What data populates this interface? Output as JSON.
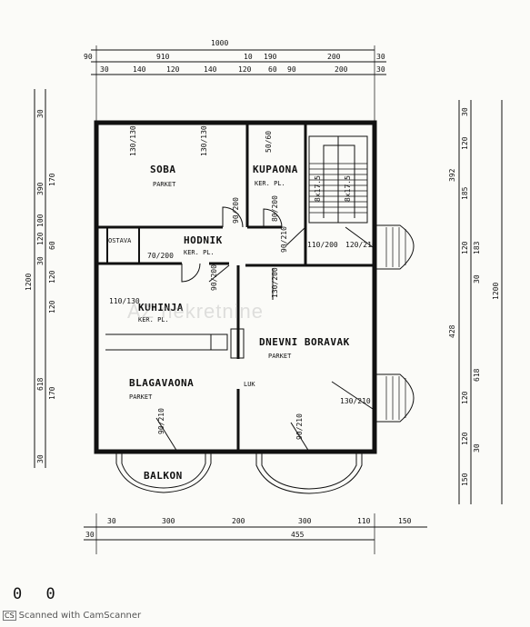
{
  "rooms": {
    "soba": {
      "name": "SOBA",
      "floor": "PARKET"
    },
    "kupaona": {
      "name": "KUPAONA",
      "floor": "KER. PL."
    },
    "hodnik": {
      "name": "HODNIK",
      "floor": "KER. PL."
    },
    "ostava": {
      "name": "OSTAVA"
    },
    "kuhinja": {
      "name": "KUHINJA",
      "floor": "KER. PL."
    },
    "blagavaona": {
      "name": "BLAGAVAONA",
      "floor": "PARKET"
    },
    "dnevni": {
      "name": "DNEVNI BORAVAK",
      "floor": "PARKET"
    },
    "balkon": {
      "name": "BALKON"
    },
    "luk": {
      "name": "LUK"
    }
  },
  "dims": {
    "top_total": "1000",
    "top_row1": [
      "90",
      "910",
      "10",
      "190",
      "200",
      "30"
    ],
    "top_row2": [
      "30",
      "140",
      "120",
      "140",
      "120",
      "60",
      "90",
      "200",
      "30"
    ],
    "bottom_row1": [
      "30",
      "300",
      "200",
      "300",
      "110",
      "150"
    ],
    "bottom_row2": [
      "30",
      "455"
    ],
    "left_total": "1200",
    "left_vals": [
      "30",
      "390",
      "170",
      "100",
      "120",
      "60",
      "30",
      "120",
      "120",
      "618",
      "170",
      "30"
    ],
    "right_total": "1200",
    "right_vals": [
      "30",
      "392",
      "120",
      "185",
      "120",
      "183",
      "30",
      "428",
      "618",
      "120",
      "120",
      "30",
      "150"
    ],
    "openings": [
      "130/130",
      "130/130",
      "50/60",
      "110/130",
      "80/200",
      "70/200",
      "90/200",
      "90/200",
      "110/200",
      "120/210",
      "130/210",
      "90/210",
      "90/210",
      "90/210",
      "130/200",
      "8x17.5",
      "8x17.5"
    ]
  },
  "watermark": "AZ nekretnine",
  "footer": {
    "page": "0 0",
    "scanner": "Scanned with CamScanner",
    "badge": "CS"
  }
}
